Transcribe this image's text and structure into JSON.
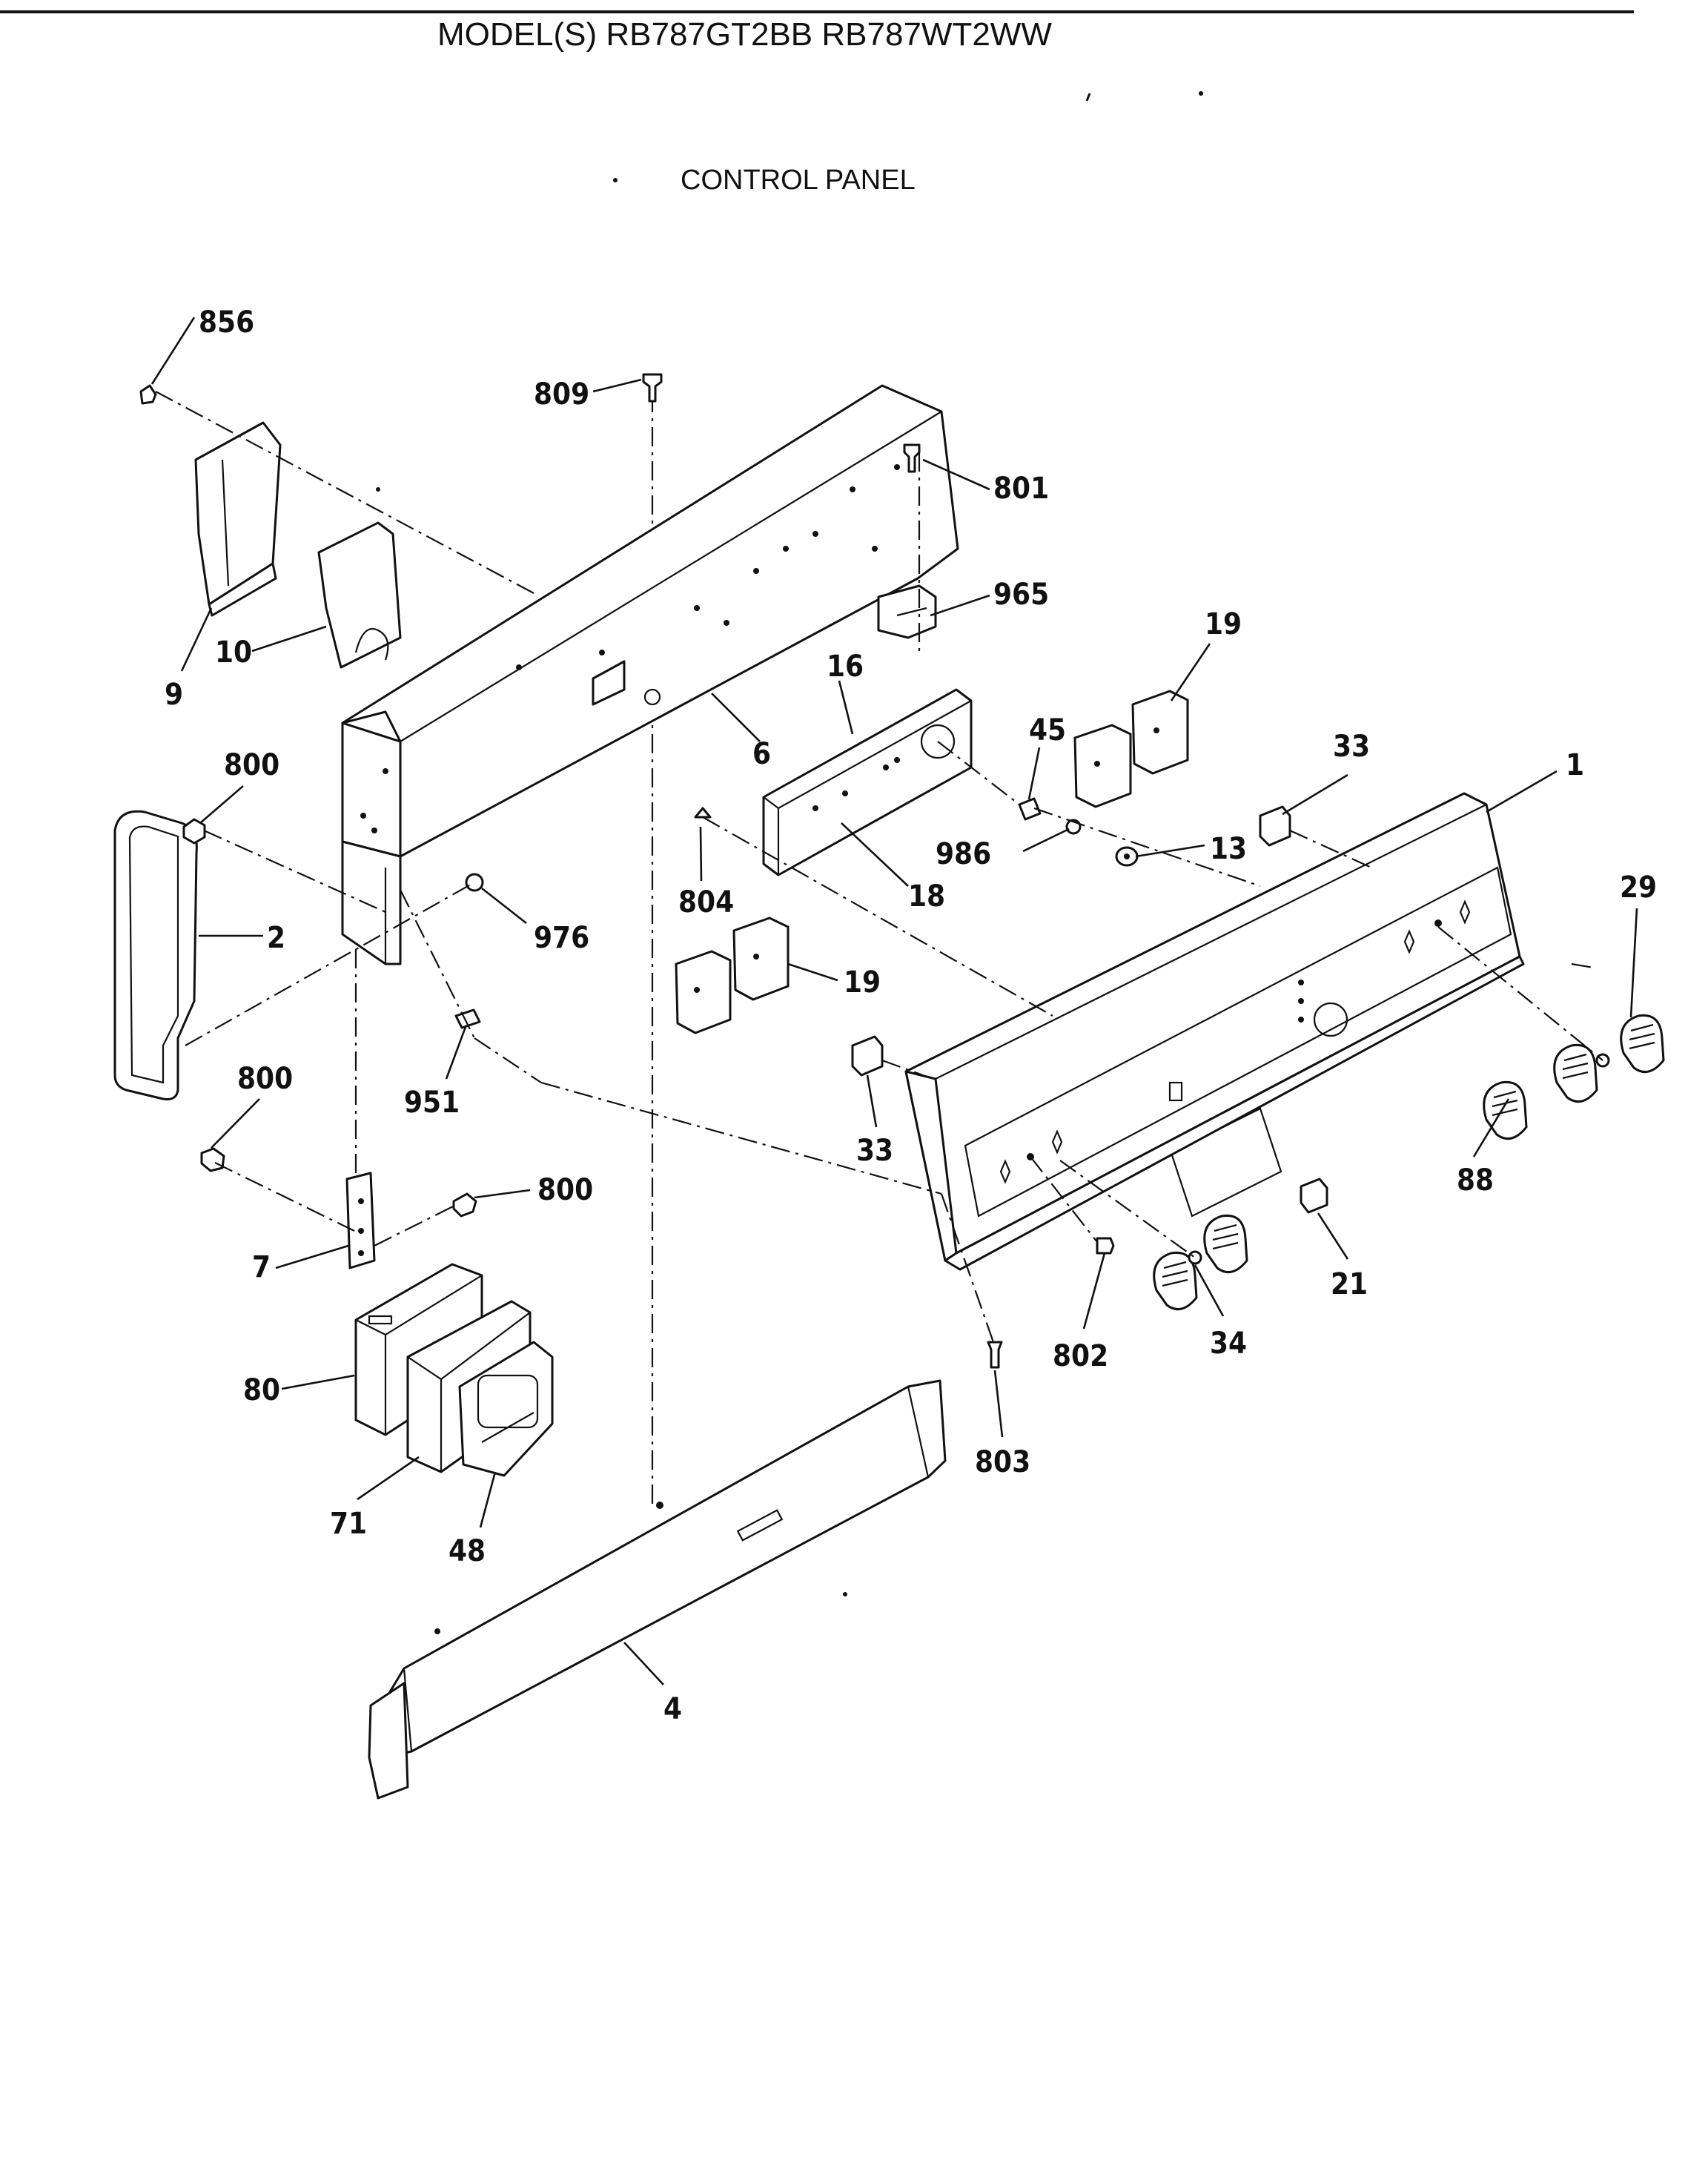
{
  "header": {
    "model_title": "MODEL(S) RB787GT2BB  RB787WT2WW",
    "sub_title": "CONTROL PANEL"
  },
  "callouts": {
    "c856": "856",
    "c809": "809",
    "c801": "801",
    "c965": "965",
    "c19_top": "19",
    "c9": "9",
    "c10": "10",
    "c6": "6",
    "c16": "16",
    "c45": "45",
    "c33_right": "33",
    "c1": "1",
    "c800_a": "800",
    "c2": "2",
    "c976": "976",
    "c804": "804",
    "c18": "18",
    "c986": "986",
    "c13": "13",
    "c29": "29",
    "c19_mid": "19",
    "c800_b": "800",
    "c951": "951",
    "c33_left": "33",
    "c88": "88",
    "c800_c": "800",
    "c7": "7",
    "c21": "21",
    "c80": "80",
    "c802": "802",
    "c34": "34",
    "c803": "803",
    "c71": "71",
    "c48": "48",
    "c4": "4"
  }
}
